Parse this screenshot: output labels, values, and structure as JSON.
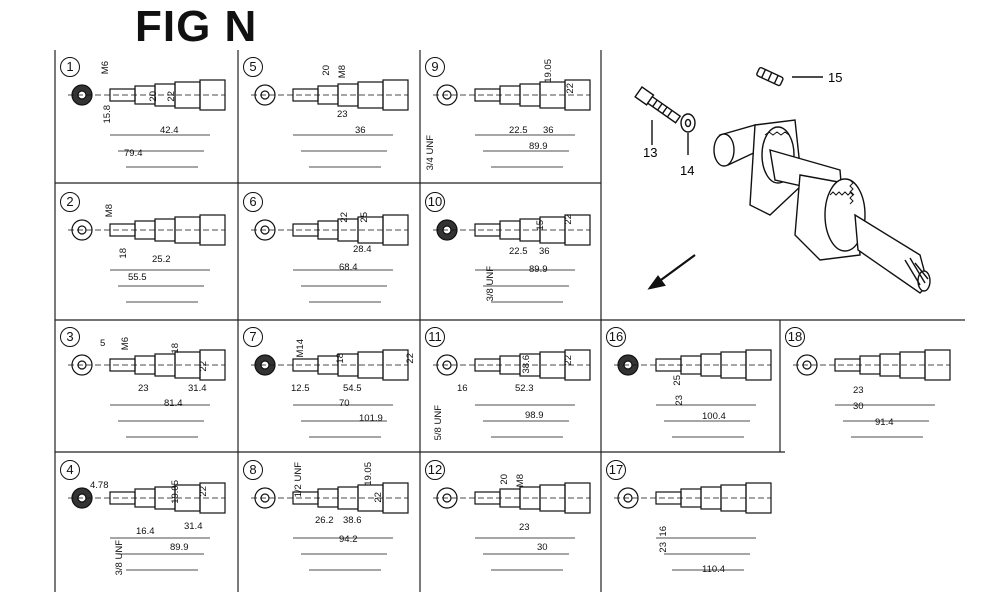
{
  "figure": {
    "title": "FIG N"
  },
  "cells": [
    {
      "id": "1",
      "labels": [
        "M6",
        "15.8",
        "20",
        "22",
        "42.4",
        "79.4"
      ]
    },
    {
      "id": "2",
      "labels": [
        "M8",
        "18",
        "25.2",
        "55.5"
      ]
    },
    {
      "id": "3",
      "labels": [
        "5",
        "M6",
        "18",
        "22",
        "23",
        "31.4",
        "81.4"
      ]
    },
    {
      "id": "4",
      "labels": [
        "4.78",
        "19.05",
        "22",
        "3/8 UNF",
        "16.4",
        "31.4",
        "89.9"
      ]
    },
    {
      "id": "5",
      "labels": [
        "20",
        "M8",
        "23",
        "36"
      ]
    },
    {
      "id": "6",
      "labels": [
        "22",
        "25",
        "28.4",
        "68.4"
      ]
    },
    {
      "id": "7",
      "labels": [
        "M14",
        "12.5",
        "18",
        "22",
        "54.5",
        "70",
        "101.9"
      ]
    },
    {
      "id": "8",
      "labels": [
        "1/2 UNF",
        "19.05",
        "22",
        "26.2",
        "38.6",
        "94.2"
      ]
    },
    {
      "id": "9",
      "labels": [
        "19.05",
        "3/4 UNF",
        "22",
        "22.5",
        "36",
        "89.9"
      ]
    },
    {
      "id": "10",
      "labels": [
        "3/8 UNF",
        "15",
        "22",
        "22.5",
        "36",
        "89.9"
      ]
    },
    {
      "id": "11",
      "labels": [
        "5/8 UNF",
        "16",
        "52.3",
        "38.6",
        "22",
        "98.9"
      ]
    },
    {
      "id": "12",
      "labels": [
        "20",
        "M8",
        "23",
        "30"
      ]
    },
    {
      "id": "16",
      "labels": [
        "25",
        "23",
        "100.4"
      ]
    },
    {
      "id": "17",
      "labels": [
        "16",
        "23",
        "110.4"
      ]
    },
    {
      "id": "18",
      "labels": [
        "23",
        "30",
        "91.4"
      ]
    }
  ],
  "parts": {
    "p13": "13",
    "p14": "14",
    "p15": "15"
  }
}
